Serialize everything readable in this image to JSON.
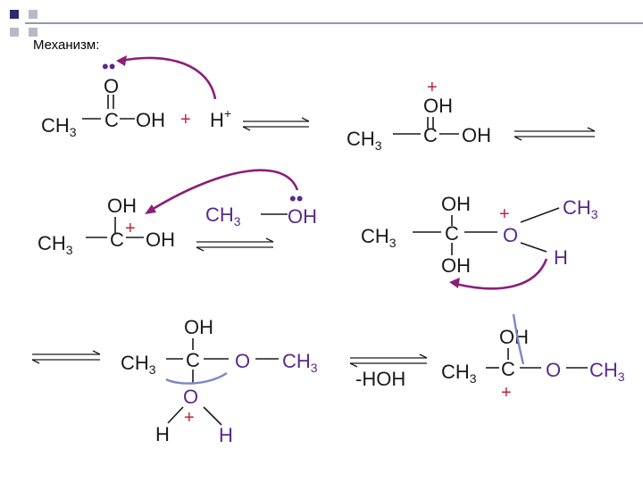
{
  "title": "Механизм:",
  "colors": {
    "text": "#1a1a1a",
    "charge": "#c0233a",
    "reagent": "#5a2a8a",
    "curved_arrow": "#8a1f7a",
    "bond_cut": "#7d86c8",
    "deco_square": "#2b2b6e",
    "deco_square_light": "#b9b9c6"
  },
  "labels": {
    "ch3": "CH",
    "sub3": "3",
    "c": "C",
    "o": "O",
    "oh": "OH",
    "h": "H",
    "plus": "+",
    "h_plus": "H",
    "sup_plus": "+",
    "lone_pair": "••",
    "o_h_prefix": "O",
    "o_h_suffix": "H",
    "minus_hoh": "-HOH",
    "ch3_reagent": "CH",
    "oh_reagent": "OH"
  }
}
